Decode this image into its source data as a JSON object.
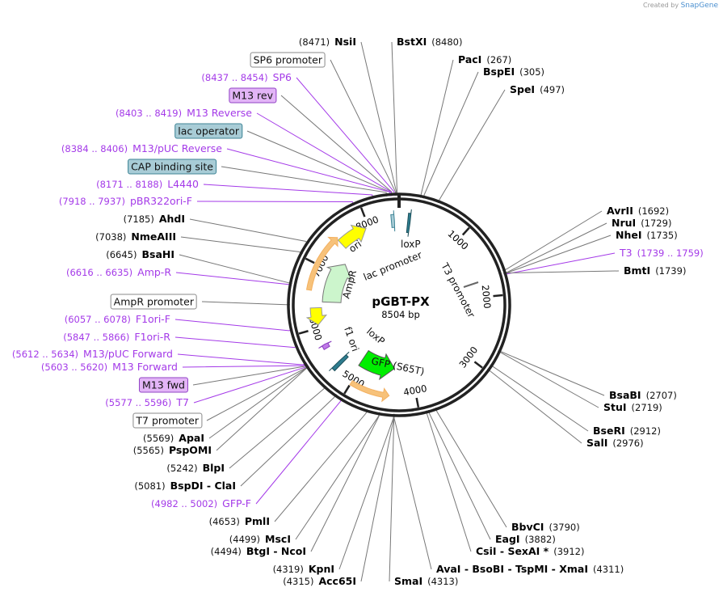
{
  "plasmid": {
    "name": "pGBT-PX",
    "length": "8504 bp",
    "total_bp": 8504
  },
  "watermark": {
    "created_by": "Created by",
    "brand": "SnapGene"
  },
  "ticks": [
    "1000",
    "2000",
    "3000",
    "4000",
    "5000",
    "6000",
    "7000",
    "8000"
  ],
  "features": {
    "ori": "ori",
    "ampr": "AmpR",
    "f1ori": "f1 ori",
    "loxp1": "loxP",
    "loxp2": "loxP",
    "lac_promoter": "lac promoter",
    "t3_promoter": "T3 promoter",
    "gfp": "GFP (S65T)"
  },
  "colors": {
    "primer": "#a43ae8",
    "ori": "#ffff00",
    "ampr": "#ccf5cc",
    "gfp": "#00ee00",
    "orf": "#f7c27a",
    "lox": "#2e7d8f"
  },
  "labels": [
    {
      "kind": "enzyme",
      "name": "NsiI",
      "pos": "(8471)"
    },
    {
      "kind": "enzyme",
      "name": "BstXI",
      "pos": "(8480)"
    },
    {
      "kind": "box",
      "style": "white",
      "name": "SP6 promoter"
    },
    {
      "kind": "enzyme",
      "name": "PacI",
      "pos": "(267)"
    },
    {
      "kind": "enzyme",
      "name": "BspEI",
      "pos": "(305)"
    },
    {
      "kind": "primer",
      "name": "SP6",
      "pos": "(8437 .. 8454)"
    },
    {
      "kind": "enzyme",
      "name": "SpeI",
      "pos": "(497)"
    },
    {
      "kind": "box",
      "style": "purple",
      "name": "M13 rev"
    },
    {
      "kind": "primer",
      "name": "M13 Reverse",
      "pos": "(8403 .. 8419)"
    },
    {
      "kind": "box",
      "style": "teal",
      "name": "lac operator"
    },
    {
      "kind": "primer",
      "name": "M13/pUC Reverse",
      "pos": "(8384 .. 8406)"
    },
    {
      "kind": "box",
      "style": "teal",
      "name": "CAP binding site"
    },
    {
      "kind": "primer",
      "name": "L4440",
      "pos": "(8171 .. 8188)"
    },
    {
      "kind": "primer",
      "name": "pBR322ori-F",
      "pos": "(7918 .. 7937)"
    },
    {
      "kind": "enzyme",
      "name": "AvrII",
      "pos": "(1692)"
    },
    {
      "kind": "enzyme",
      "name": "AhdI",
      "pos": "(7185)"
    },
    {
      "kind": "enzyme",
      "name": "NruI",
      "pos": "(1729)"
    },
    {
      "kind": "enzyme",
      "name": "NheI",
      "pos": "(1735)"
    },
    {
      "kind": "enzyme",
      "name": "NmeAIII",
      "pos": "(7038)"
    },
    {
      "kind": "primer",
      "name": "T3",
      "pos": "(1739 .. 1759)"
    },
    {
      "kind": "enzyme",
      "name": "BsaHI",
      "pos": "(6645)"
    },
    {
      "kind": "enzyme",
      "name": "BmtI",
      "pos": "(1739)"
    },
    {
      "kind": "primer",
      "name": "Amp-R",
      "pos": "(6616 .. 6635)"
    },
    {
      "kind": "box",
      "style": "white",
      "name": "AmpR promoter"
    },
    {
      "kind": "primer",
      "name": "F1ori-F",
      "pos": "(6057 .. 6078)"
    },
    {
      "kind": "primer",
      "name": "F1ori-R",
      "pos": "(5847 .. 5866)"
    },
    {
      "kind": "primer",
      "name": "M13/pUC Forward",
      "pos": "(5612 .. 5634)"
    },
    {
      "kind": "primer",
      "name": "M13 Forward",
      "pos": "(5603 .. 5620)"
    },
    {
      "kind": "box",
      "style": "purple",
      "name": "M13 fwd"
    },
    {
      "kind": "enzyme",
      "name": "BsaBI",
      "pos": "(2707)"
    },
    {
      "kind": "primer",
      "name": "T7",
      "pos": "(5577 .. 5596)"
    },
    {
      "kind": "enzyme",
      "name": "StuI",
      "pos": "(2719)"
    },
    {
      "kind": "box",
      "style": "white",
      "name": "T7 promoter"
    },
    {
      "kind": "enzyme",
      "name": "BseRI",
      "pos": "(2912)"
    },
    {
      "kind": "enzyme",
      "name": "ApaI",
      "pos": "(5569)"
    },
    {
      "kind": "enzyme",
      "name": "SalI",
      "pos": "(2976)"
    },
    {
      "kind": "enzyme",
      "name": "PspOMI",
      "pos": "(5565)"
    },
    {
      "kind": "enzyme",
      "name": "BlpI",
      "pos": "(5242)"
    },
    {
      "kind": "enzyme",
      "name": "BspDI  -  ClaI",
      "pos": "(5081)"
    },
    {
      "kind": "primer",
      "name": "GFP-F",
      "pos": "(4982 .. 5002)"
    },
    {
      "kind": "enzyme",
      "name": "PmlI",
      "pos": "(4653)"
    },
    {
      "kind": "enzyme",
      "name": "BbvCI",
      "pos": "(3790)"
    },
    {
      "kind": "enzyme",
      "name": "MscI",
      "pos": "(4499)"
    },
    {
      "kind": "enzyme",
      "name": "EagI",
      "pos": "(3882)"
    },
    {
      "kind": "enzyme",
      "name": "BtgI  -  NcoI",
      "pos": "(4494)"
    },
    {
      "kind": "enzyme",
      "name": "CsiI  -  SexAI *",
      "pos": "(3912)"
    },
    {
      "kind": "enzyme",
      "name": "KpnI",
      "pos": "(4319)"
    },
    {
      "kind": "enzyme",
      "name": "AvaI  -  BsoBI  -  TspMI  -  XmaI",
      "pos": "(4311)"
    },
    {
      "kind": "enzyme",
      "name": "Acc65I",
      "pos": "(4315)"
    },
    {
      "kind": "enzyme",
      "name": "SmaI",
      "pos": "(4313)"
    }
  ]
}
